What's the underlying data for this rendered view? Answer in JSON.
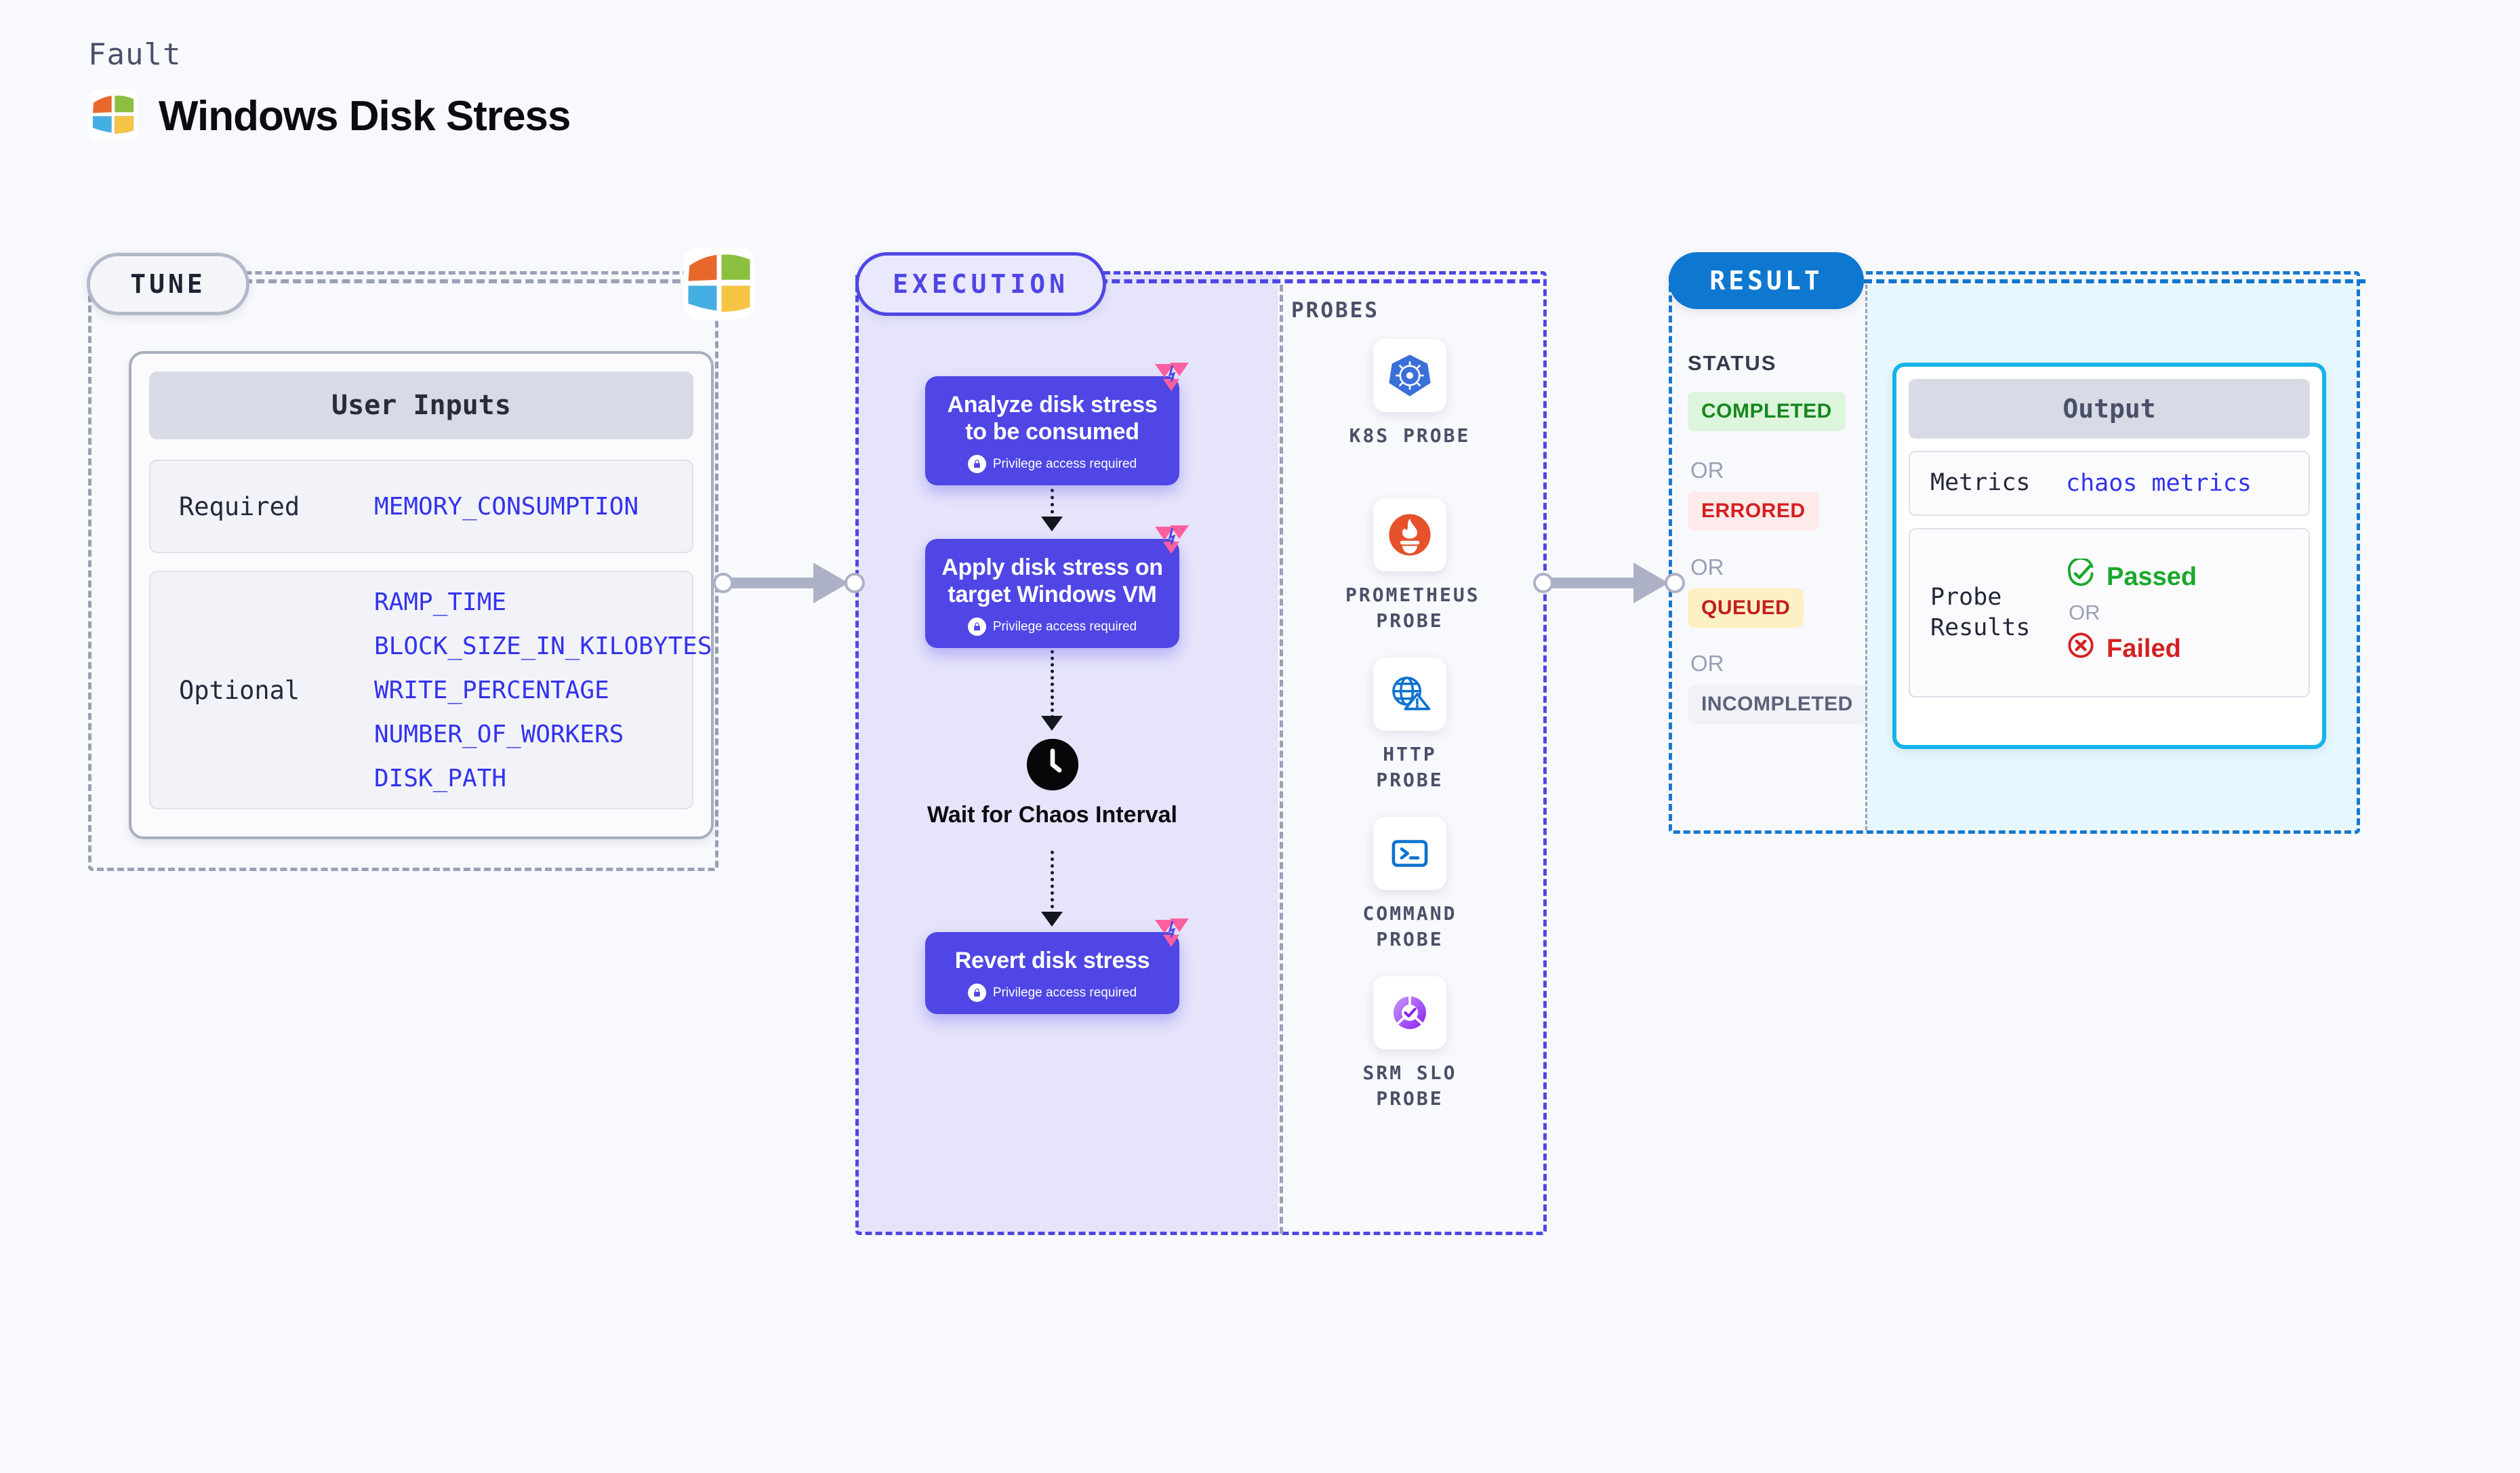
{
  "header": {
    "kicker": "Fault",
    "title": "Windows Disk Stress",
    "logo_icon": "windows-logo-icon"
  },
  "tune": {
    "pill_label": "TUNE",
    "card_title": "User Inputs",
    "required_label": "Required",
    "required_values": [
      "MEMORY_CONSUMPTION"
    ],
    "optional_label": "Optional",
    "optional_values": [
      "RAMP_TIME",
      "BLOCK_SIZE_IN_KILOBYTES",
      "WRITE_PERCENTAGE",
      "NUMBER_OF_WORKERS",
      "DISK_PATH"
    ]
  },
  "execution": {
    "pill_label": "EXECUTION",
    "privilege_note": "Privilege access required",
    "steps": [
      {
        "title": "Analyze disk stress to be consumed",
        "privileged": "Privilege access required"
      },
      {
        "title": "Apply disk stress on target Windows VM",
        "privileged": "Privilege access required"
      },
      {
        "title": "Revert disk stress",
        "privileged": "Privilege access required"
      }
    ],
    "wait": {
      "label": "Wait for Chaos Interval",
      "icon": "clock-icon"
    }
  },
  "probes": {
    "section_label": "PROBES",
    "items": [
      {
        "label": "K8S PROBE",
        "icon": "kubernetes-icon"
      },
      {
        "label": "PROMETHEUS PROBE",
        "icon": "prometheus-icon"
      },
      {
        "label": "HTTP PROBE",
        "icon": "http-globe-warning-icon"
      },
      {
        "label": "COMMAND PROBE",
        "icon": "terminal-icon"
      },
      {
        "label": "SRM SLO PROBE",
        "icon": "srm-slo-icon"
      }
    ]
  },
  "result": {
    "pill_label": "RESULT",
    "status_label": "STATUS",
    "or_label": "OR",
    "statuses": [
      {
        "label": "COMPLETED",
        "bg": "#ddf5dd",
        "fg": "#17871d"
      },
      {
        "label": "ERRORED",
        "bg": "#fdeaea",
        "fg": "#d41f1f"
      },
      {
        "label": "QUEUED",
        "bg": "#fdf0c4",
        "fg": "#c41e1e"
      },
      {
        "label": "INCOMPLETED",
        "bg": "#f1f2f7",
        "fg": "#5b627a"
      }
    ],
    "output": {
      "title": "Output",
      "metrics_label": "Metrics",
      "metrics_value": "chaos metrics",
      "probe_results_label": "Probe Results",
      "passed_label": "Passed",
      "failed_label": "Failed",
      "or_label": "OR",
      "passed_icon": "check-circle-icon",
      "failed_icon": "x-circle-icon"
    }
  },
  "colors": {
    "page_bg": "#f8f9fc",
    "tune_border": "#9aa0b5",
    "execution_accent": "#4f46e5",
    "execution_bg": "#e5e4fb",
    "result_accent": "#0e78d0",
    "result_tint": "#e6f8fd",
    "output_border": "#15b3e8",
    "code_blue": "#3333ee",
    "connector_gray": "#adb1c6",
    "chaos_pink": "#ff5f9e"
  }
}
